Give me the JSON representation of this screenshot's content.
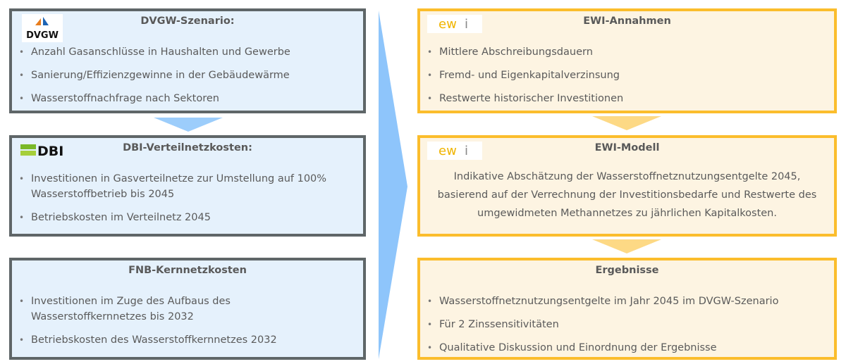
{
  "left_column": {
    "dvgw": {
      "logo_text": "DVGW",
      "title": "DVGW-Szenario:",
      "items": [
        "Anzahl Gasanschlüsse in Haushalten und Gewerbe",
        "Sanierung/Effizienzgewinne in der Gebäudewärme",
        "Wasserstoffnachfrage nach Sektoren"
      ]
    },
    "dbi": {
      "logo_text": "DBI",
      "title": "DBI-Verteilnetzkosten:",
      "items": [
        "Investitionen in Gasverteilnetze zur Umstellung auf 100% Wasserstoffbetrieb bis 2045",
        "Betriebskosten im Verteilnetz 2045"
      ]
    },
    "fnb": {
      "title": "FNB-Kernnetzkosten",
      "items": [
        "Investitionen im Zuge des Aufbaus des Wasserstoffkernnetzes bis 2032",
        "Betriebskosten des Wasserstoffkernnetzes 2032"
      ]
    }
  },
  "right_column": {
    "annahmen": {
      "logo_text": "ewi",
      "title": "EWI-Annahmen",
      "items": [
        "Mittlere Abschreibungsdauern",
        "Fremd- und Eigenkapitalverzinsung",
        "Restwerte historischer Investitionen"
      ]
    },
    "modell": {
      "logo_text": "ewi",
      "title": "EWI-Modell",
      "text": "Indikative Abschätzung der Wasserstoffnetznutzungsentgelte 2045, basierend auf der Verrechnung der Investitionsbedarfe und Restwerte des umgewidmeten Methannetzes zu jährlichen Kapitalkosten."
    },
    "ergebnisse": {
      "title": "Ergebnisse",
      "items": [
        "Wasserstoffnetznutzungsentgelte im Jahr 2045 im DVGW-Szenario",
        "Für 2 Zinssensitivitäten",
        "Qualitative Diskussion und Einordnung der Ergebnisse"
      ]
    }
  },
  "colors": {
    "blue_border": "#5f6668",
    "blue_fill": "#e5f1fc",
    "orange_border": "#fbbd2c",
    "orange_fill": "#fdf4e2",
    "big_arrow": "#8ec5fb",
    "orange_arrow": "#fdd985"
  }
}
